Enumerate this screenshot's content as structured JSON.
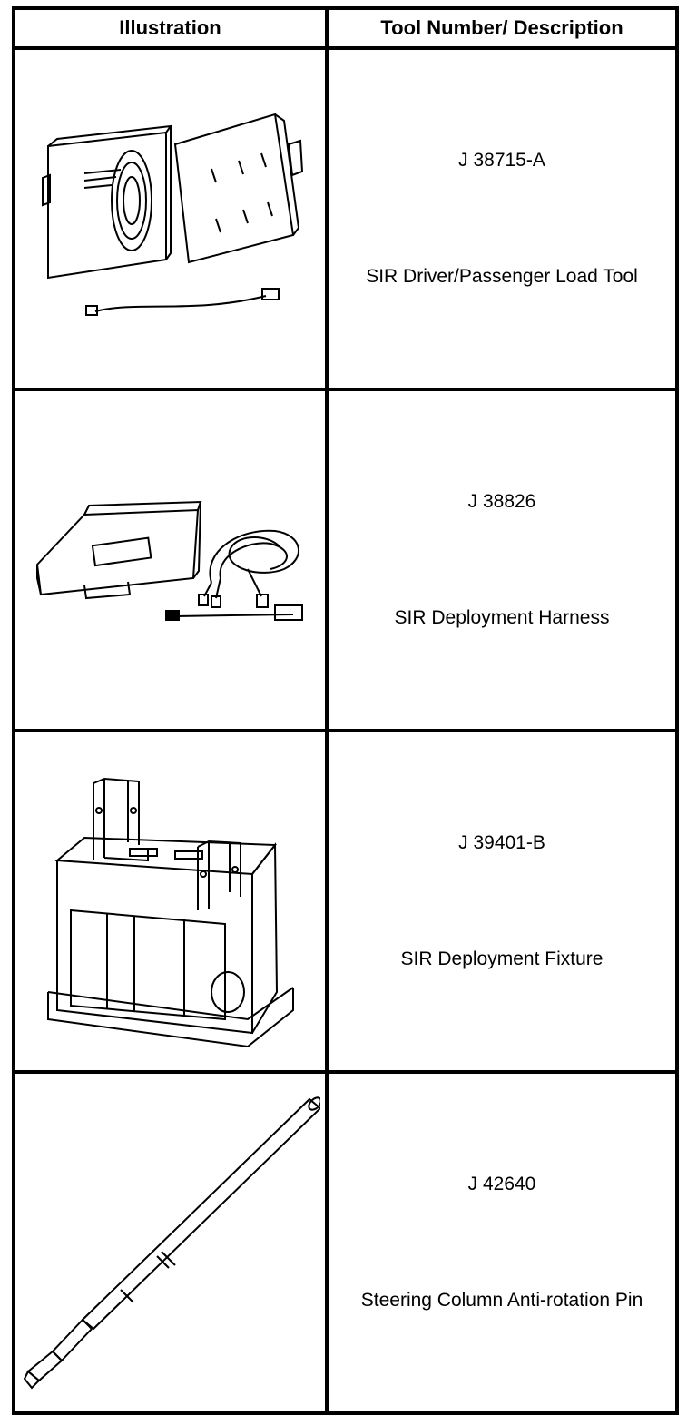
{
  "table": {
    "headers": {
      "illustration": "Illustration",
      "description": "Tool Number/ Description"
    },
    "rows": [
      {
        "illustration_icon": "sir-load-tool-case-icon",
        "number": "J 38715-A",
        "description": "SIR Driver/Passenger Load Tool"
      },
      {
        "illustration_icon": "deployment-harness-case-icon",
        "number": "J 38826",
        "description": "SIR Deployment Harness"
      },
      {
        "illustration_icon": "deployment-fixture-icon",
        "number": "J 39401-B",
        "description": "SIR Deployment Fixture"
      },
      {
        "illustration_icon": "anti-rotation-pin-icon",
        "number": "J 42640",
        "description": "Steering Column Anti-rotation Pin"
      }
    ]
  }
}
